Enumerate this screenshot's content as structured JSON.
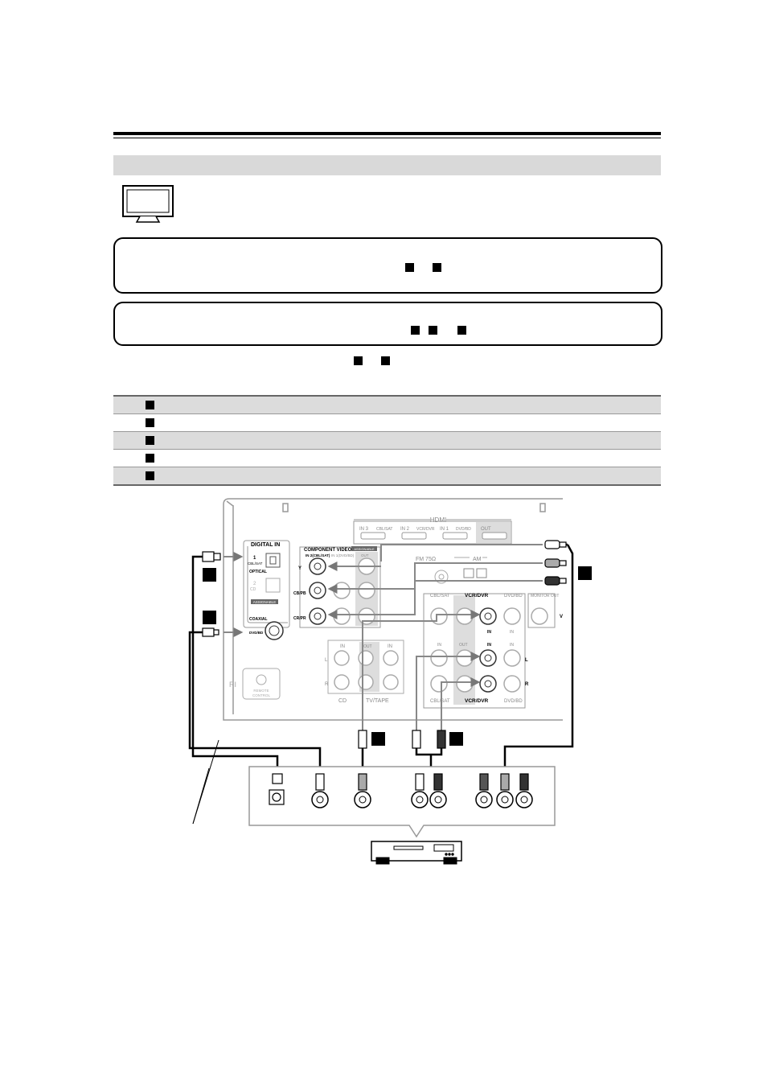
{
  "panel": {
    "hdmi": {
      "title": "HDMI",
      "in3": "IN 3",
      "in3_sub": "CBL/SAT",
      "in2": "IN 2",
      "in2_sub": "VCR/DVR",
      "in1": "IN 1",
      "in1_sub": "DVD/BD",
      "out": "OUT"
    },
    "digital_in": {
      "title": "DIGITAL IN",
      "opt1": "1",
      "opt1_sub": "CBL/SAT",
      "optical": "OPTICAL",
      "opt2": "2",
      "opt2_sub": "CD",
      "assignable": "ASSIGNABLE",
      "coaxial": "COAXIAL",
      "coax_sub": "DVD/BD"
    },
    "component": {
      "title": "COMPONENT VIDEO",
      "assignable": "ASSIGNABLE",
      "in_label": "IN 2(CBL/SAT)",
      "in1_label": "IN 1(DVD/BD)",
      "out": "OUT",
      "y": "Y",
      "cb": "CB/PB",
      "cr": "CR/PR"
    },
    "antenna": {
      "fm": "FM 75Ω",
      "am": "AM"
    },
    "composite": {
      "cbl_sat": "CBL/SAT",
      "vcr_dvr": "VCR/DVR",
      "dvd_bd": "DVD/BD",
      "monitor_out": "MONITOR OUT",
      "in": "IN",
      "out": "OUT",
      "v": "V",
      "l": "L",
      "r": "R"
    },
    "cd_tv": {
      "cd": "CD",
      "tv_tape": "TV/TAPE",
      "in": "IN",
      "out": "OUT",
      "l": "L",
      "r": "R"
    },
    "remote": {
      "ri": "RI",
      "remote": "REMOTE",
      "control": "CONTROL"
    }
  }
}
